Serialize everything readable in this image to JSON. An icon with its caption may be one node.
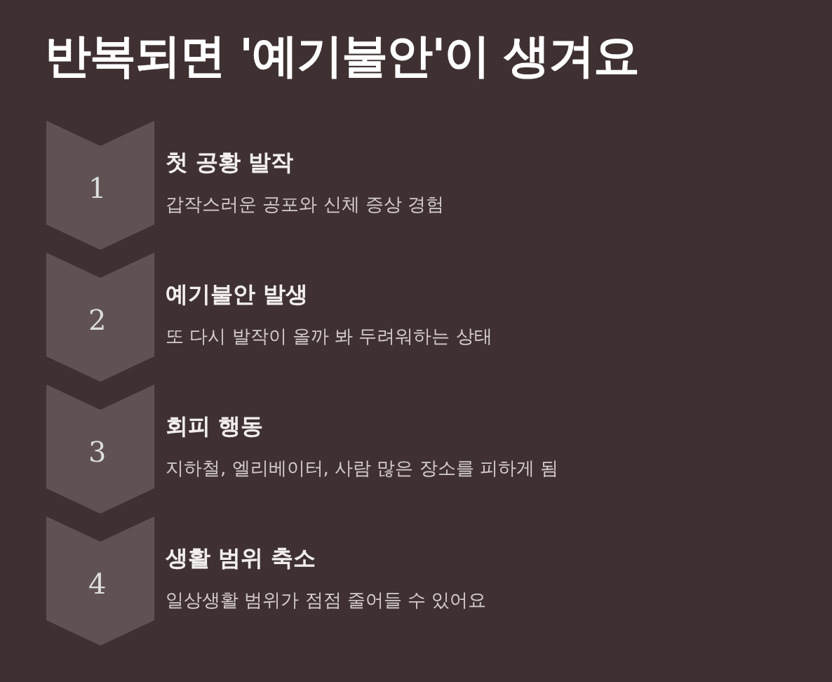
{
  "diagram": {
    "title": "반복되면 '예기불안'이 생겨요",
    "nodes": [
      {
        "text": [
          "1"
        ],
        "beside": [
          "첫 공황 발작",
          "갑작스러운 공포와 신체 증상 경험"
        ]
      },
      {
        "text": [
          "2"
        ],
        "beside": [
          "예기불안 발생",
          "또 다시 발작이 올까 봐 두려워하는 상태"
        ]
      },
      {
        "text": [
          "3"
        ],
        "beside": [
          "회피 행동",
          "지하철, 엘리베이터, 사람 많은 장소를 피하게 됨"
        ]
      },
      {
        "text": [
          "4"
        ],
        "beside": [
          "생활 범위 축소",
          "일상생활 범위가 점점 줄어들 수 있어요"
        ]
      }
    ]
  }
}
